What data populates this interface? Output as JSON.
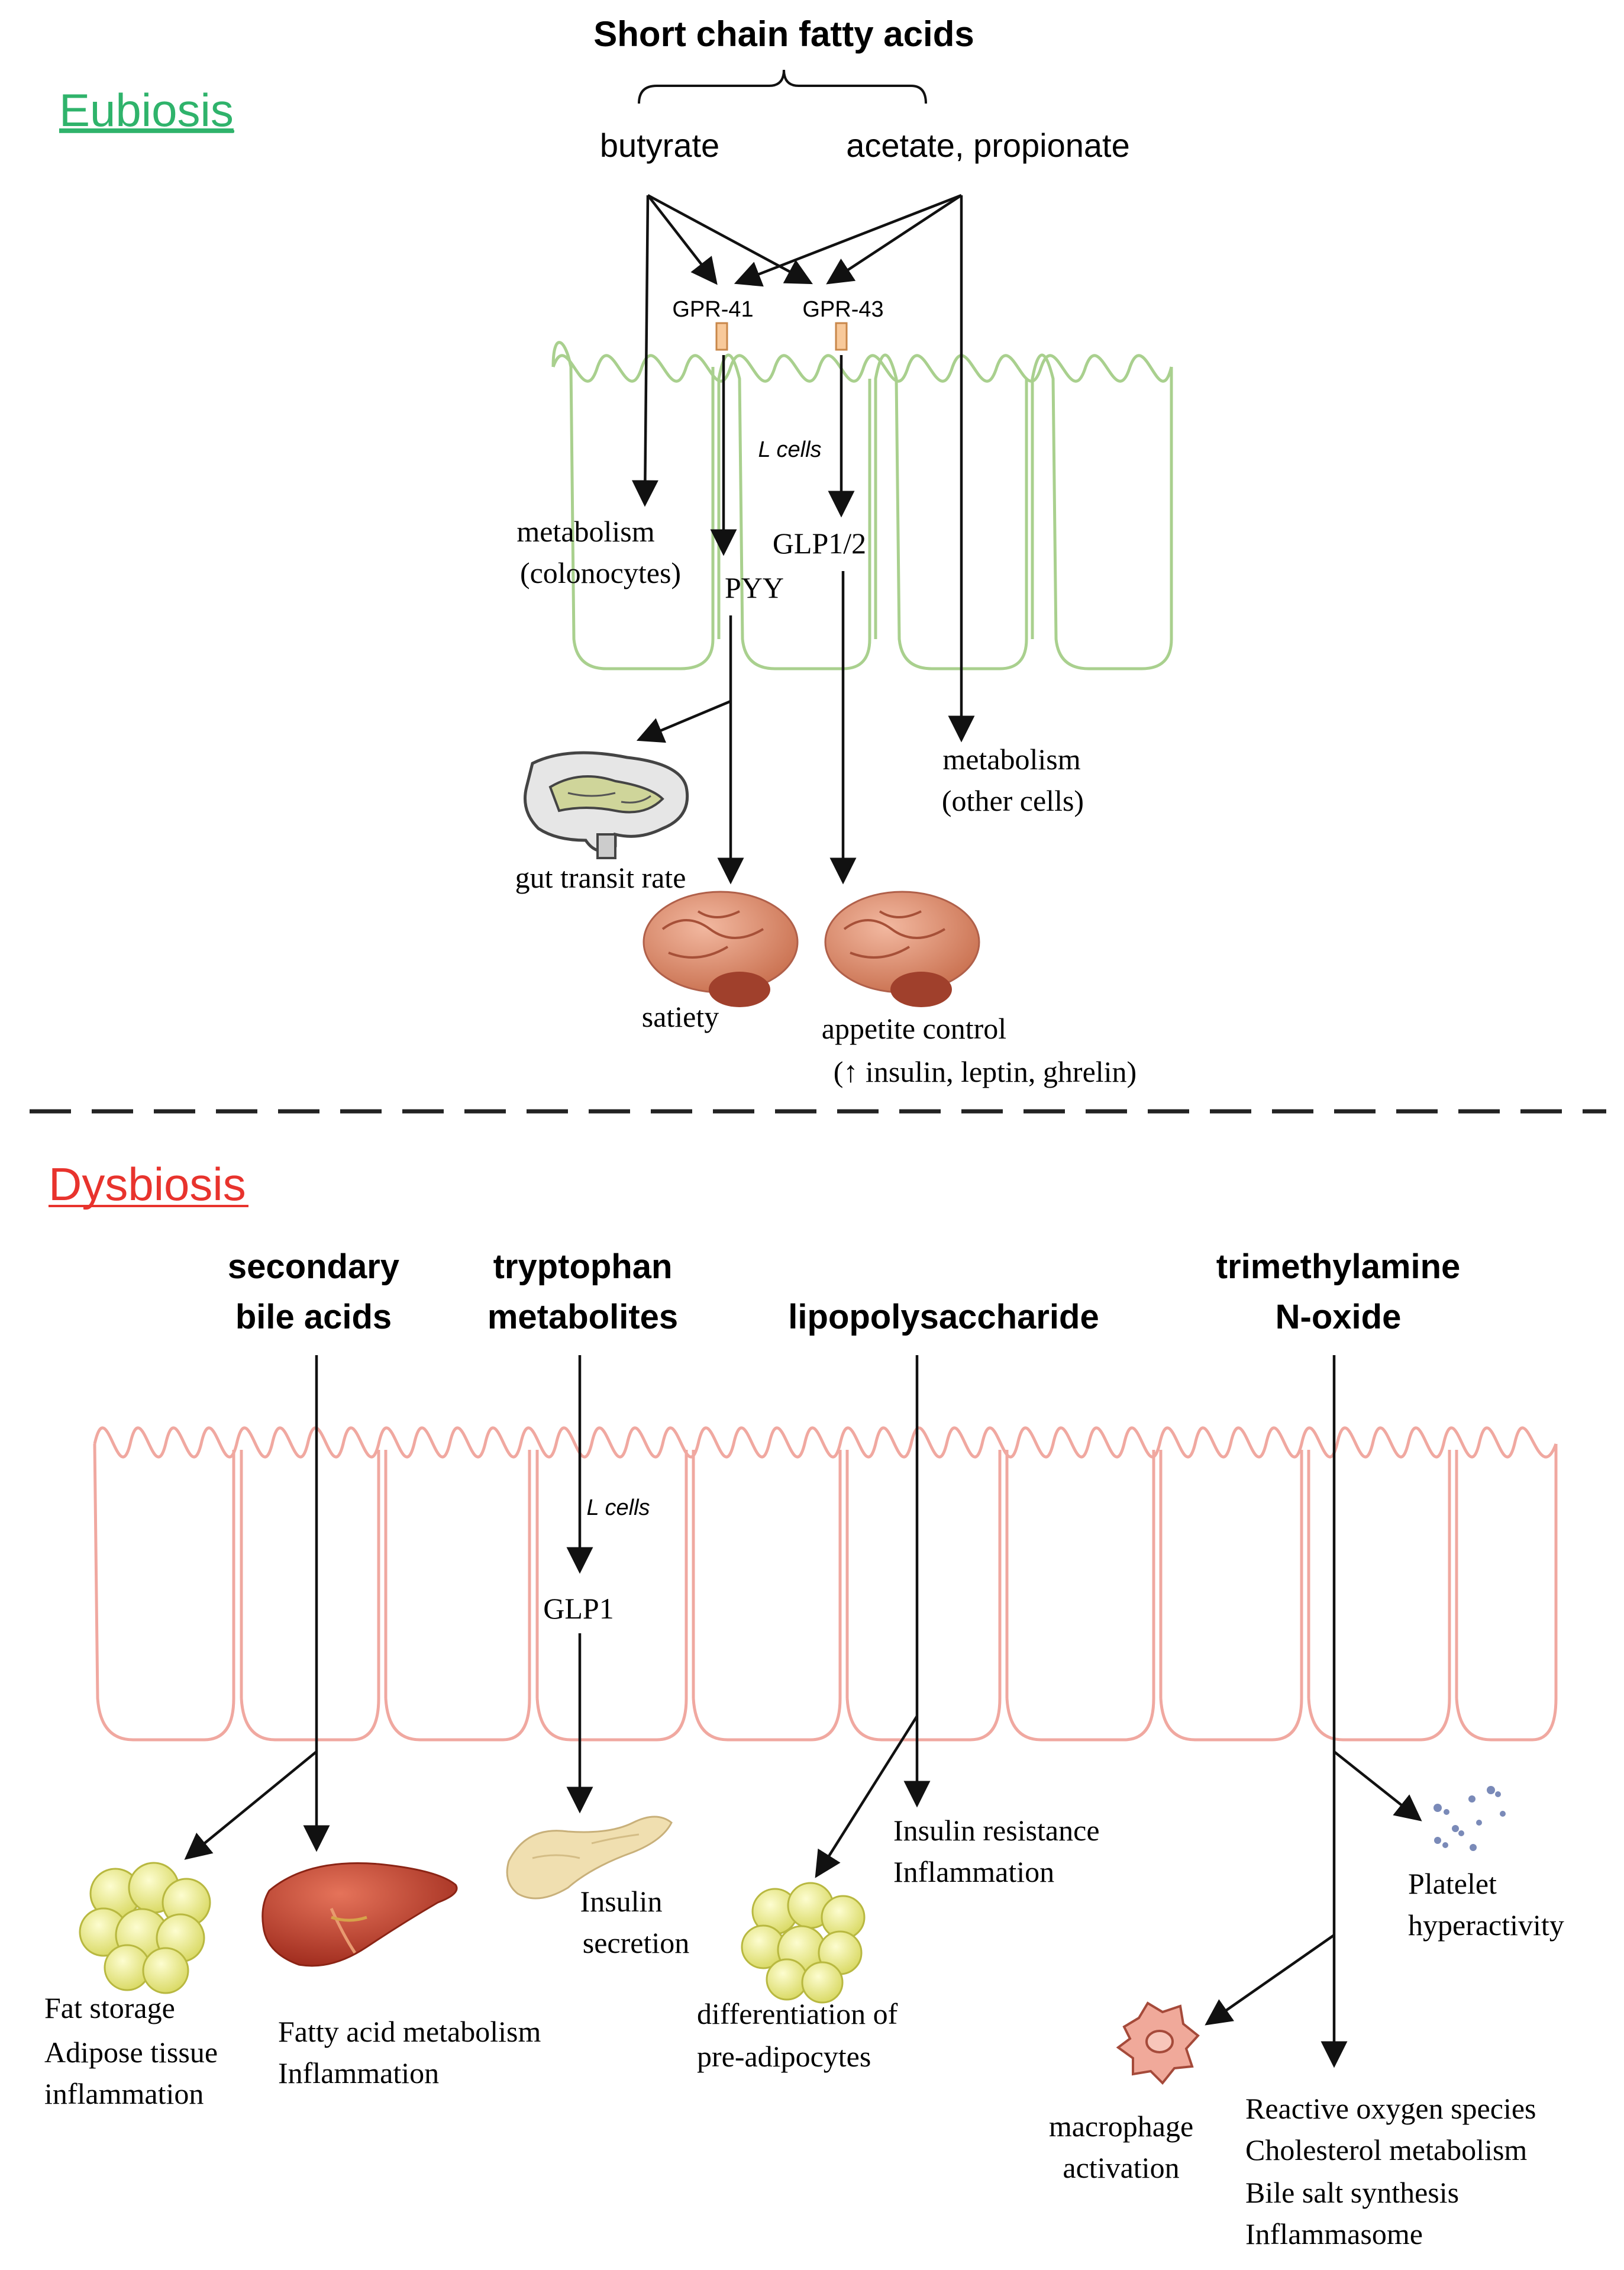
{
  "colors": {
    "eubiosis_title": "#2fb36b",
    "dysbiosis_title": "#e8332d",
    "gut_wall_eubiosis": "#a9d08e",
    "gut_wall_dysbiosis": "#f0a8a0",
    "receptor_fill": "#f8c99a",
    "receptor_stroke": "#c8874a",
    "arrow": "#111111",
    "brain": "#d98a6a",
    "brainstem": "#a0402c",
    "fat_cell": "#f0f08a",
    "liver": "#c3432e",
    "pancreas": "#f0dfb0",
    "macrophage": "#f0a99a",
    "platelet": "#7a8ab8",
    "intestine": "#cfd59a"
  },
  "eubiosis": {
    "title": "Eubiosis",
    "scfa_header": "Short chain fatty acids",
    "butyrate": "butyrate",
    "acetate_propionate": "acetate, propionate",
    "gpr41": "GPR-41",
    "gpr43": "GPR-43",
    "l_cells": "L cells",
    "metabolism_colonocytes_1": "metabolism",
    "metabolism_colonocytes_2": "(colonocytes)",
    "glp12": "GLP1/2",
    "pyy": "PYY",
    "metabolism_other_1": "metabolism",
    "metabolism_other_2": "(other cells)",
    "gut_transit": "gut transit rate",
    "satiety": "satiety",
    "appetite_1": "appetite control",
    "appetite_2": "(↑ insulin, leptin, ghrelin)"
  },
  "dysbiosis": {
    "title": "Dysbiosis",
    "secondary_bile_1": "secondary",
    "secondary_bile_2": "bile acids",
    "tryptophan_1": "tryptophan",
    "tryptophan_2": "metabolites",
    "lps": "lipopolysaccharide",
    "tmao_1": "trimethylamine",
    "tmao_2": "N-oxide",
    "l_cells": "L cells",
    "glp1": "GLP1",
    "insulin_resistance": "Insulin resistance",
    "inflammation_lps": "Inflammation",
    "insulin_secretion_1": "Insulin",
    "insulin_secretion_2": "secretion",
    "platelet_1": "Platelet",
    "platelet_2": "hyperactivity",
    "fat_storage": "Fat storage",
    "adipose_inflammation_1": "Adipose  tissue",
    "adipose_inflammation_2": "inflammation",
    "fatty_acid_metabolism": "Fatty acid metabolism",
    "inflammation_liver": "Inflammation",
    "preadipocytes_1": "differentiation  of",
    "preadipocytes_2": "pre-adipocytes",
    "macrophage_1": "macrophage",
    "macrophage_2": "activation",
    "ros": "Reactive oxygen species",
    "cholesterol": "Cholesterol metabolism",
    "bile_salt": "Bile  salt  synthesis",
    "inflammasome": "Inflammasome"
  }
}
